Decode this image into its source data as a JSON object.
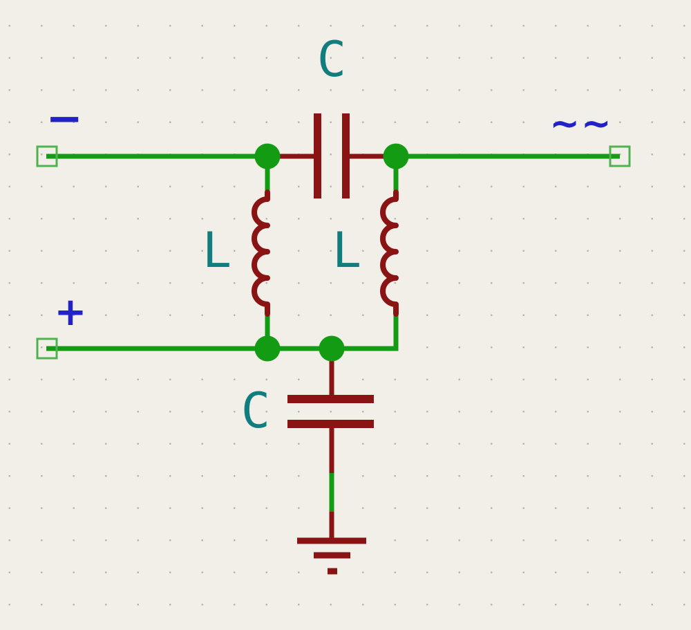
{
  "colors": {
    "bg": "#F2EFE9",
    "grid": "#B8B5AE",
    "wire": "#149B14",
    "symbol": "#8A1414",
    "ref": "#117D7F",
    "net": "#2222C8",
    "pin": "#4FB24F"
  },
  "schematic": {
    "components": {
      "c_top": {
        "ref": "C",
        "type": "capacitor"
      },
      "l_left": {
        "ref": "L",
        "type": "inductor"
      },
      "l_right": {
        "ref": "L",
        "type": "inductor"
      },
      "c_bottom": {
        "ref": "C",
        "type": "capacitor"
      },
      "gnd": {
        "type": "ground"
      }
    },
    "net_labels": {
      "minus": "−",
      "plus": "+",
      "ac": "~~"
    }
  }
}
